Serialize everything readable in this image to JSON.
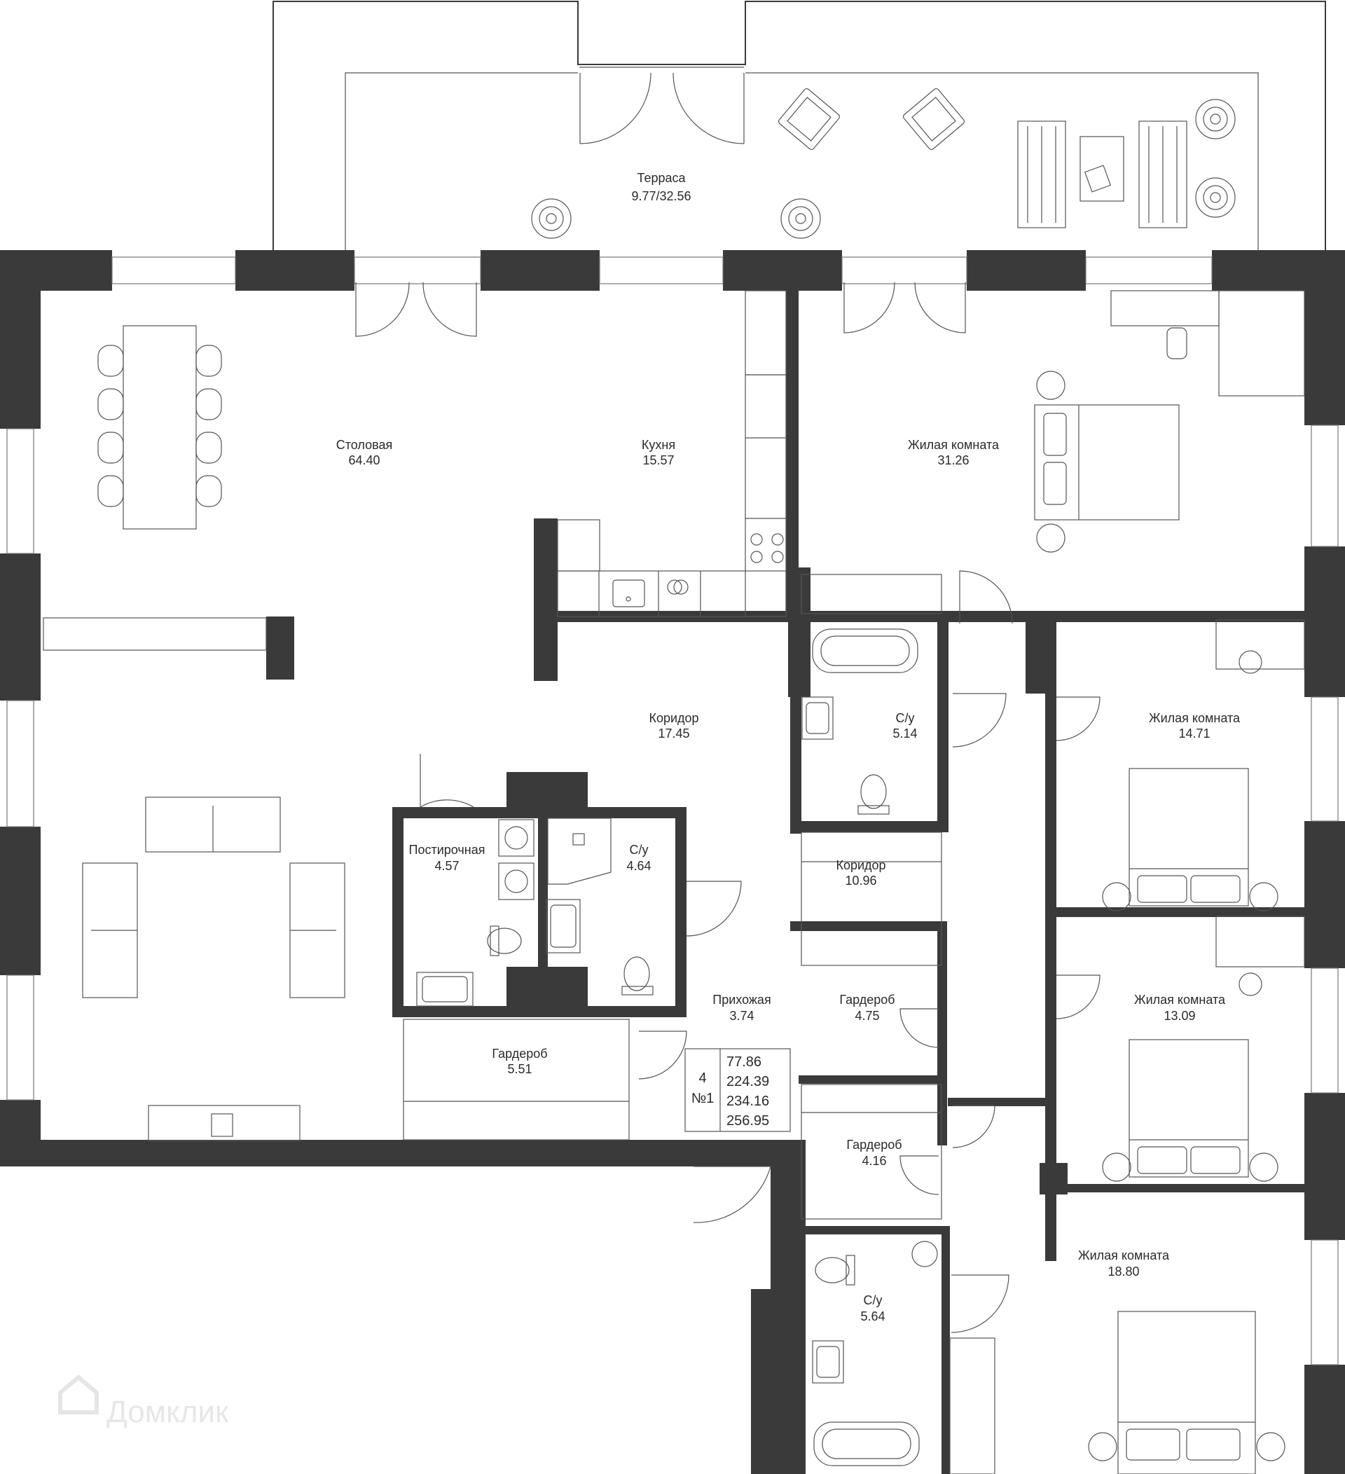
{
  "rooms": [
    {
      "id": "terrace",
      "name": "Терраса",
      "area": "9.77/32.56"
    },
    {
      "id": "dining",
      "name": "Столовая",
      "area": "64.40"
    },
    {
      "id": "kitchen",
      "name": "Кухня",
      "area": "15.57"
    },
    {
      "id": "living1",
      "name": "Жилая комната",
      "area": "31.26"
    },
    {
      "id": "corridor1",
      "name": "Коридор",
      "area": "17.45"
    },
    {
      "id": "bath1",
      "name": "С/у",
      "area": "5.14"
    },
    {
      "id": "living2",
      "name": "Жилая комната",
      "area": "14.71"
    },
    {
      "id": "laundry",
      "name": "Постирочная",
      "area": "4.57"
    },
    {
      "id": "bath2",
      "name": "С/у",
      "area": "4.64"
    },
    {
      "id": "corridor2",
      "name": "Коридор",
      "area": "10.96"
    },
    {
      "id": "hall",
      "name": "Прихожая",
      "area": "3.74"
    },
    {
      "id": "wardrobe1",
      "name": "Гардероб",
      "area": "4.75"
    },
    {
      "id": "living3",
      "name": "Жилая комната",
      "area": "13.09"
    },
    {
      "id": "wardrobe2",
      "name": "Гардероб",
      "area": "5.51"
    },
    {
      "id": "wardrobe3",
      "name": "Гардероб",
      "area": "4.16"
    },
    {
      "id": "living4",
      "name": "Жилая комната",
      "area": "18.80"
    },
    {
      "id": "bath3",
      "name": "С/у",
      "area": "5.64"
    }
  ],
  "spec": {
    "rooms_count": "4",
    "apartment_no": "№1",
    "values": [
      "77.86",
      "224.39",
      "234.16",
      "256.95"
    ]
  },
  "watermark": "Домклик",
  "colors": {
    "wall": "#3a3a3b",
    "line": "#555555",
    "background": "#ffffff"
  }
}
